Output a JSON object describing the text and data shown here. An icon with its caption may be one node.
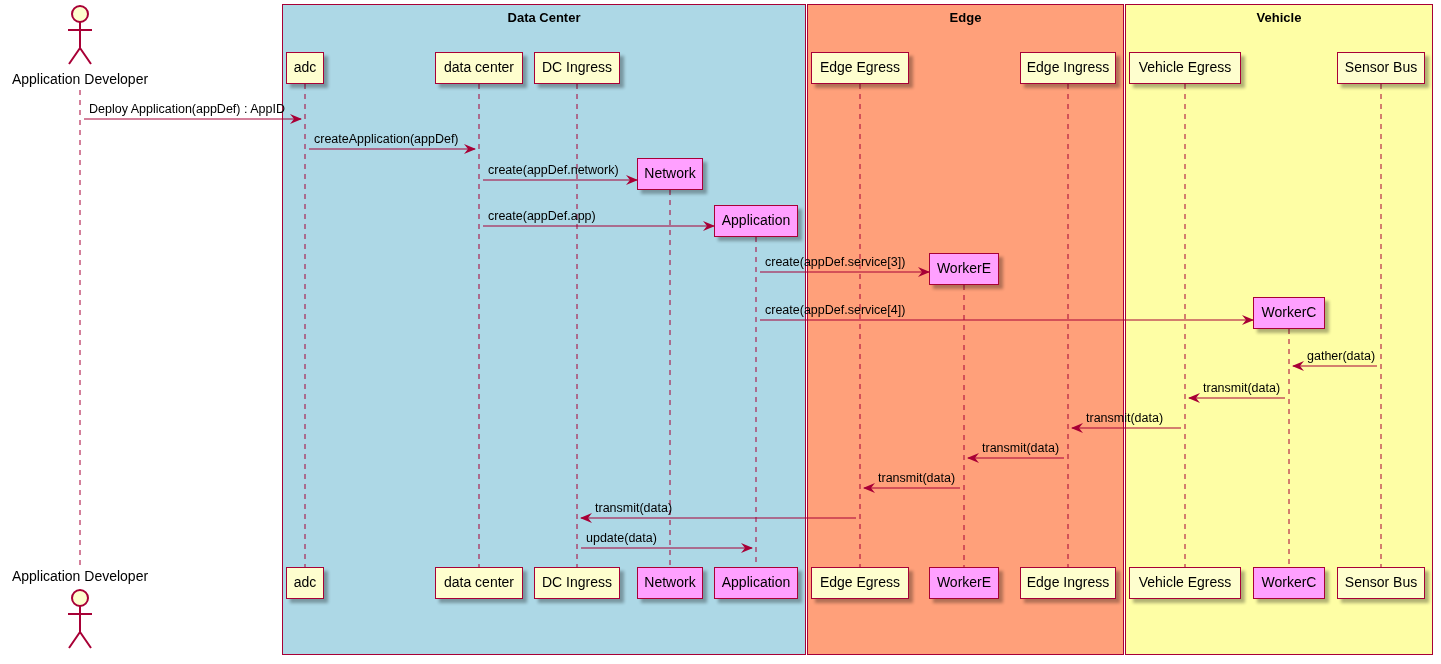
{
  "diagram": {
    "nodes": [
      {
        "text": [
          "Data Center"
        ]
      },
      {
        "text": [
          "Edge"
        ]
      },
      {
        "text": [
          "Vehicle"
        ]
      },
      {
        "text": [
          "Application Developer"
        ]
      },
      {
        "text": [
          "adc"
        ],
        "in": 0
      },
      {
        "text": [
          "data center"
        ],
        "in": 0
      },
      {
        "text": [
          "DC Ingress"
        ],
        "in": 0
      },
      {
        "text": [
          "Network"
        ],
        "in": 0
      },
      {
        "text": [
          "Application"
        ],
        "in": 0
      },
      {
        "text": [
          "Edge Egress"
        ],
        "in": 1
      },
      {
        "text": [
          "WorkerE"
        ],
        "in": 1
      },
      {
        "text": [
          "Edge Ingress"
        ],
        "in": 1
      },
      {
        "text": [
          "Vehicle Egress"
        ],
        "in": 2
      },
      {
        "text": [
          "WorkerC"
        ],
        "in": 2
      },
      {
        "text": [
          "Sensor Bus"
        ],
        "in": 2
      },
      {
        "text": [],
        "shape": "line"
      },
      {
        "text": [],
        "shape": "line",
        "in": 0
      },
      {
        "text": [],
        "shape": "line",
        "in": 0
      },
      {
        "text": [],
        "shape": "line",
        "in": 0
      },
      {
        "text": [],
        "shape": "line",
        "in": 0
      },
      {
        "text": [],
        "shape": "line",
        "in": 0
      },
      {
        "text": [],
        "shape": "line",
        "in": 1
      },
      {
        "text": [],
        "shape": "line",
        "in": 1
      },
      {
        "text": [],
        "shape": "line",
        "in": 1
      },
      {
        "text": [],
        "shape": "line",
        "in": 2
      },
      {
        "text": [],
        "shape": "line",
        "in": 2
      },
      {
        "text": [],
        "shape": "line",
        "in": 2
      },
      {
        "text": [
          "Application Developer"
        ]
      },
      {
        "text": [
          "adc"
        ],
        "in": 0
      },
      {
        "text": [
          "data center"
        ],
        "in": 0
      },
      {
        "text": [
          "DC Ingress"
        ],
        "in": 0
      },
      {
        "text": [
          "Network"
        ],
        "in": 0
      },
      {
        "text": [
          "Application"
        ],
        "in": 0
      },
      {
        "text": [
          "Edge Egress"
        ],
        "in": 1
      },
      {
        "text": [
          "WorkerE"
        ],
        "in": 1
      },
      {
        "text": [
          "Edge Ingress"
        ],
        "in": 1
      },
      {
        "text": [
          "Vehicle Egress"
        ],
        "in": 2
      },
      {
        "text": [
          "WorkerC"
        ],
        "in": 2
      },
      {
        "text": [
          "Sensor Bus"
        ],
        "in": 2
      }
    ],
    "edges": [
      {
        "from": 15,
        "to": 16,
        "arrow": "to",
        "label": "Deploy Application(appDef) : AppID"
      },
      {
        "from": 16,
        "to": 17,
        "arrow": "to",
        "label": "createApplication(appDef)"
      },
      {
        "from": 17,
        "to": 7,
        "arrow": "to",
        "label": "create(appDef.network)"
      },
      {
        "from": 17,
        "to": 8,
        "arrow": "to",
        "label": "create(appDef.app)"
      },
      {
        "from": 20,
        "to": 10,
        "arrow": "to",
        "label": "create(appDef.service[3])"
      },
      {
        "from": 20,
        "to": 13,
        "arrow": "to",
        "label": "create(appDef.service[4])"
      },
      {
        "from": 26,
        "to": 25,
        "arrow": "to",
        "label": "gather(data)"
      },
      {
        "from": 25,
        "to": 24,
        "arrow": "to",
        "label": "transmit(data)"
      },
      {
        "from": 24,
        "to": 23,
        "arrow": "to",
        "label": "transmit(data)"
      },
      {
        "from": 23,
        "to": 22,
        "arrow": "to",
        "label": "transmit(data)"
      },
      {
        "from": 22,
        "to": 21,
        "arrow": "to",
        "label": "transmit(data)"
      },
      {
        "from": 21,
        "to": 18,
        "arrow": "to",
        "label": "transmit(data)"
      },
      {
        "from": 18,
        "to": 20,
        "arrow": "to",
        "label": "update(data)"
      }
    ]
  }
}
